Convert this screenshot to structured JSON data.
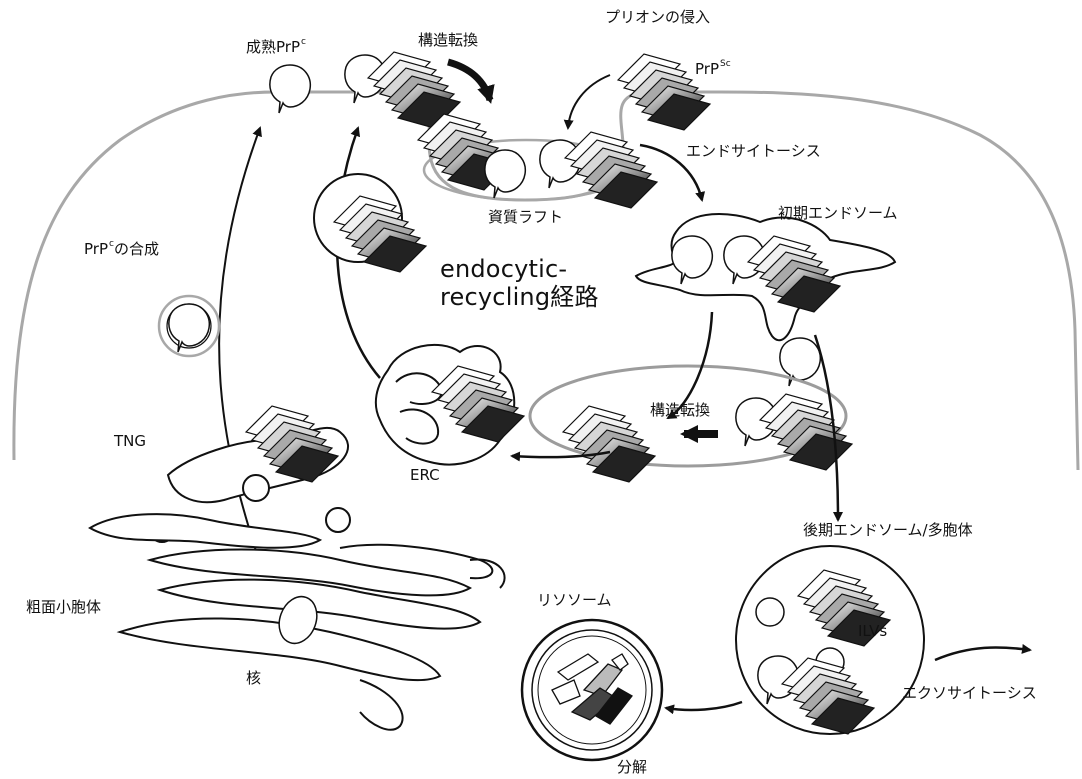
{
  "title": "",
  "labels": {
    "mature_prpc": "成熟PrP",
    "mature_prpc_sup": "c",
    "conversion_top": "構造転換",
    "prion_entry": "プリオンの侵入",
    "prpsc": "PrP",
    "prpsc_sup": "Sc",
    "endocytosis": "エンドサイトーシス",
    "lipid_raft": "資質ラフト",
    "early_endosome": "初期エンドソーム",
    "prpc_synthesis": "PrP",
    "prpc_synthesis_sup": "c",
    "prpc_synthesis_tail": "の合成",
    "pathway_line1": "endocytic-",
    "pathway_line2": "recycling経路",
    "conversion_mid": "構造転換",
    "tng": "TNG",
    "erc": "ERC",
    "late_endosome": "後期エンドソーム/多胞体",
    "rer": "粗面小胞体",
    "lysosome": "リソソーム",
    "ilvs": "ILVs",
    "exocytosis": "エクソサイトーシス",
    "nucleus": "核",
    "degradation": "分解"
  },
  "colors": {
    "membrane": "#a8a8a8",
    "ink": "#111111",
    "highlight_ellipse": "#9c9c9c"
  },
  "icons": [
    "prion-sheet-stack-icon",
    "prpc-balloon-icon"
  ]
}
